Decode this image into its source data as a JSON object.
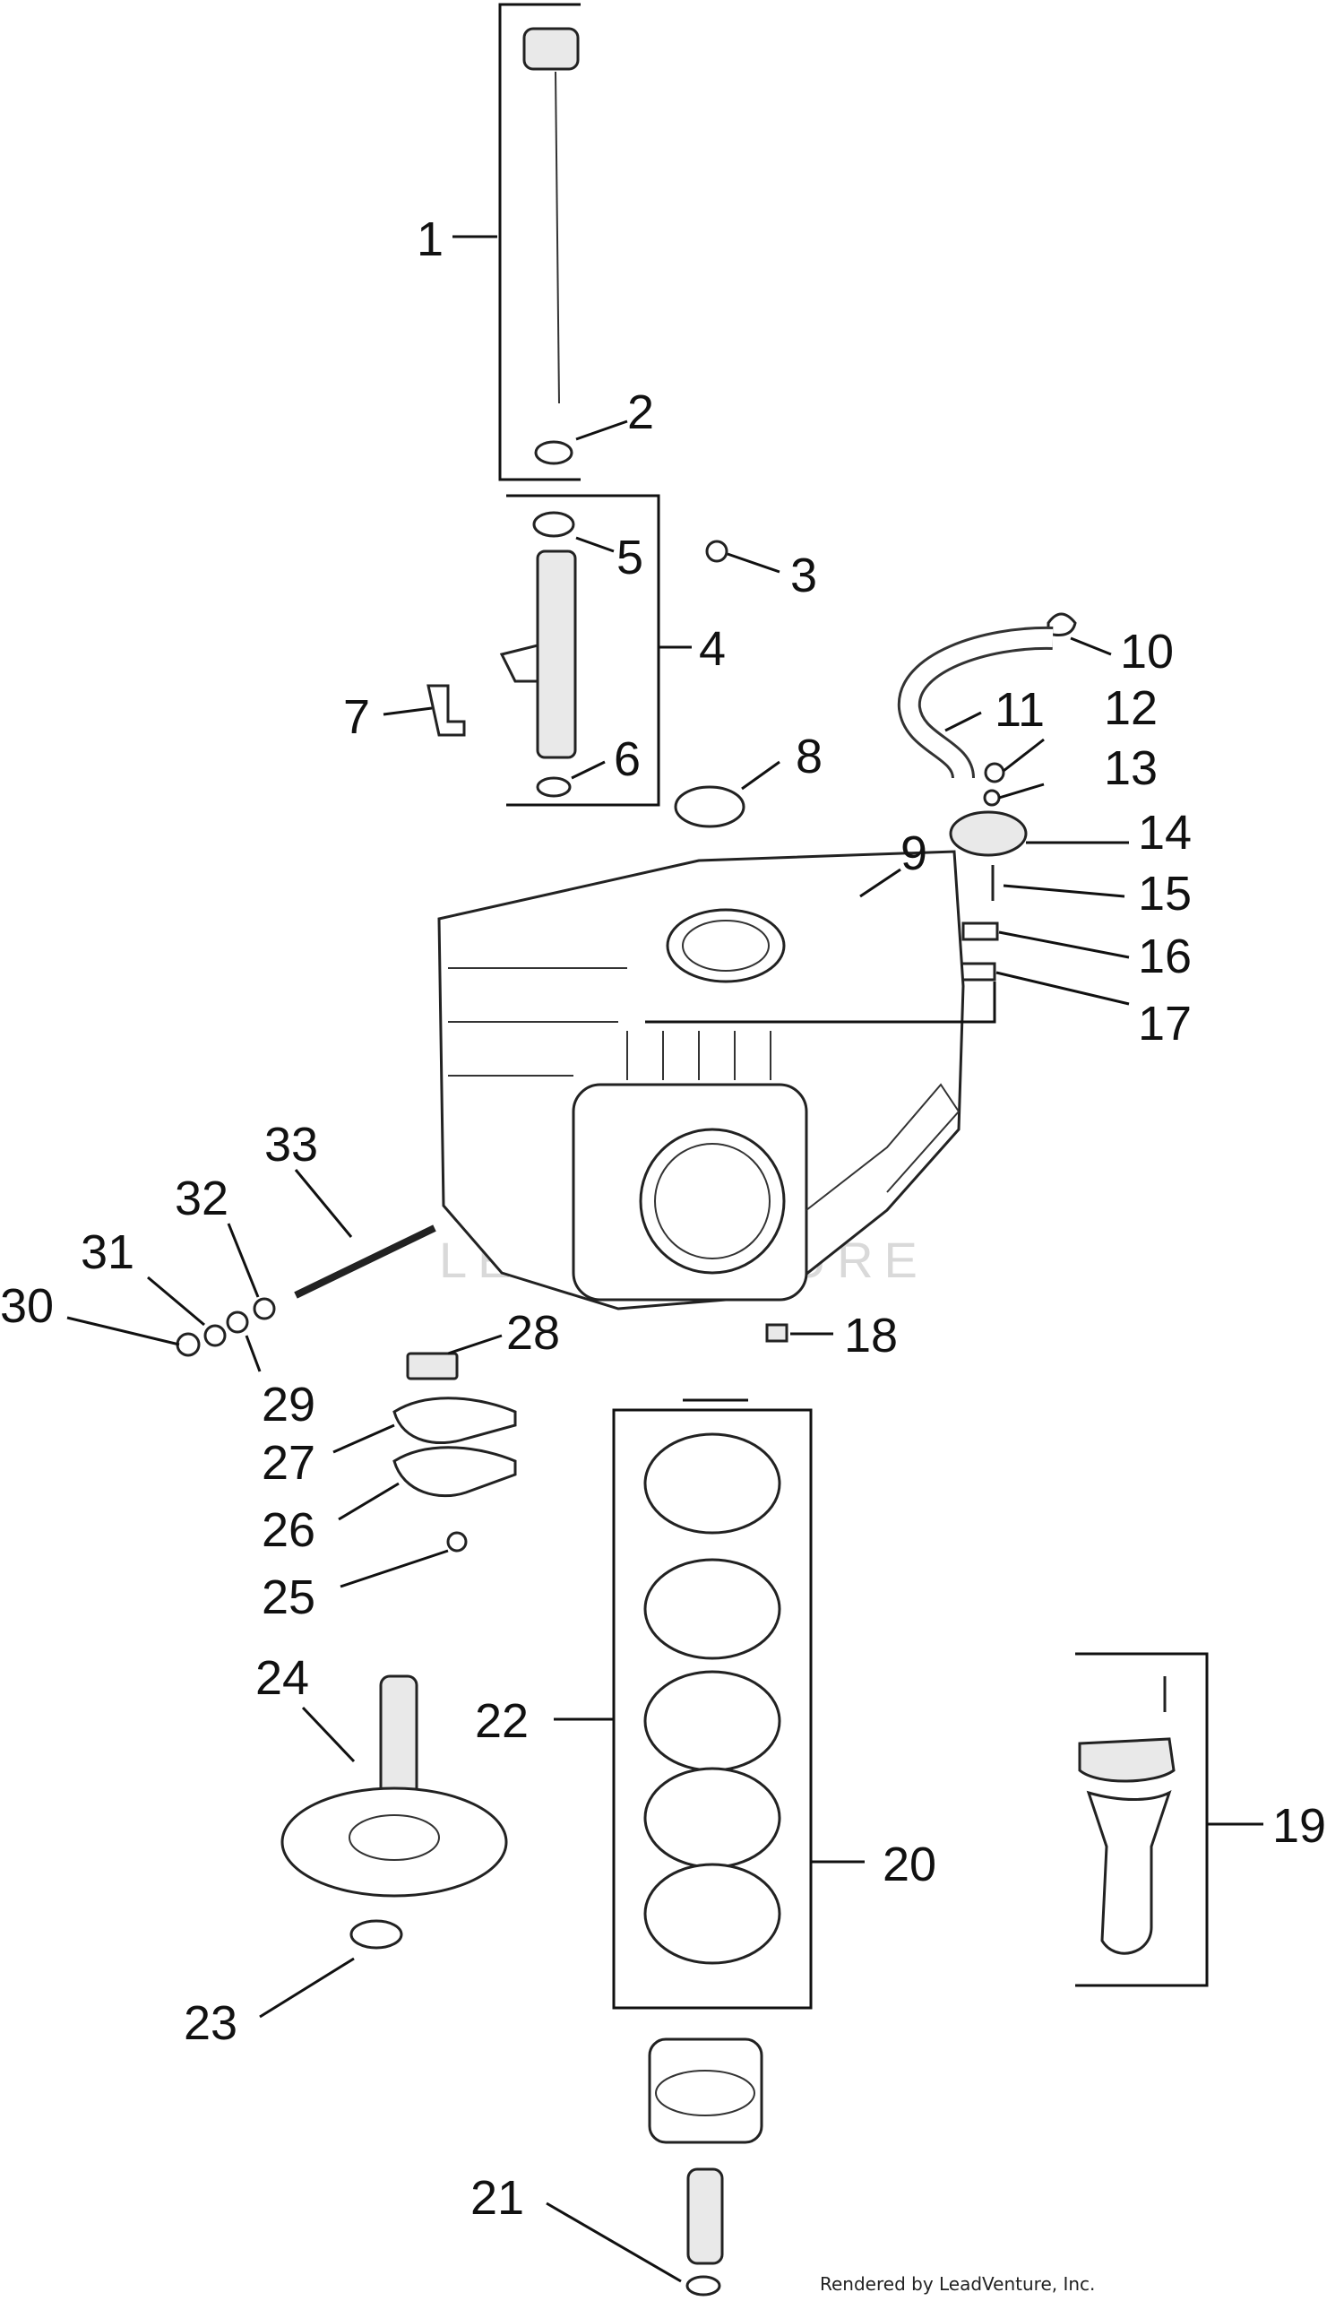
{
  "callouts": [
    "1",
    "2",
    "3",
    "4",
    "5",
    "6",
    "7",
    "8",
    "9",
    "10",
    "11",
    "12",
    "13",
    "14",
    "15",
    "16",
    "17",
    "18",
    "19",
    "20",
    "21",
    "22",
    "23",
    "24",
    "25",
    "26",
    "27",
    "28",
    "29",
    "30",
    "31",
    "32",
    "33"
  ],
  "watermark": "LEADVENTURE",
  "credit": "Rendered by LeadVenture, Inc."
}
